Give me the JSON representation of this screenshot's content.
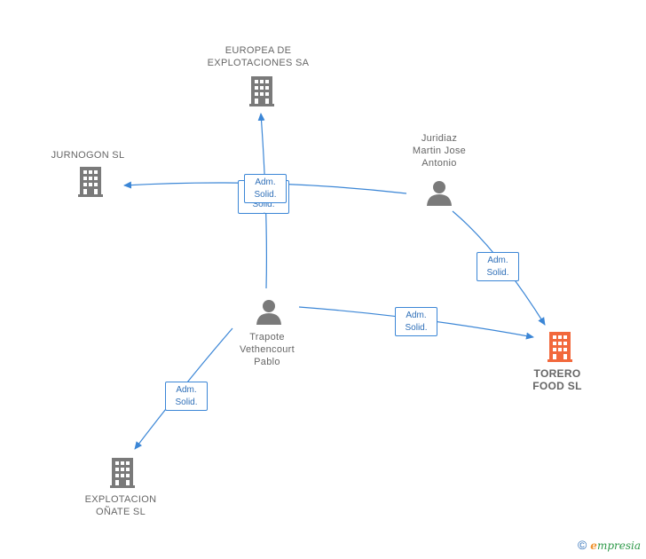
{
  "nodes": {
    "europea": {
      "label": "EUROPEA DE\nEXPLOTACIONES SA",
      "type": "company"
    },
    "jurnogon": {
      "label": "JURNOGON  SL",
      "type": "company"
    },
    "juridiaz": {
      "label": "Juridiaz\nMartin Jose\nAntonio",
      "type": "person"
    },
    "trapote": {
      "label": "Trapote\nVethencourt\nPablo",
      "type": "person"
    },
    "torero": {
      "label": "TORERO\nFOOD  SL",
      "type": "company-main"
    },
    "explotacion": {
      "label": "EXPLOTACION\nOÑATE SL",
      "type": "company"
    }
  },
  "edges": {
    "top_stack_back": "Adm.\nSolid.\nDel....",
    "top_stack_front": "Adm.\nSolid.",
    "juridiaz_torero": "Adm.\nSolid.",
    "trapote_torero": "Adm.\nSolid.",
    "trapote_explotacion": "Adm.\nSolid."
  },
  "colors": {
    "edge": "#3b86d6",
    "company_icon": "#7a7a7a",
    "main_icon": "#f2683c",
    "person_icon": "#7a7a7a"
  },
  "footer": {
    "copyright": "©",
    "brand_first": "e",
    "brand_rest": "mpresia"
  }
}
